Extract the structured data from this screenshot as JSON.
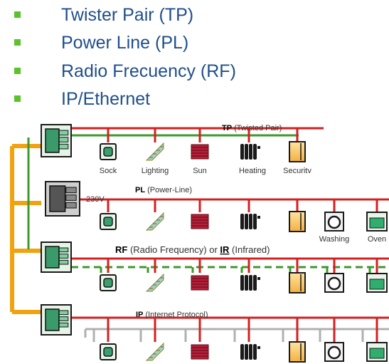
{
  "bullets": [
    {
      "label": "Twister Pair (TP)"
    },
    {
      "label": "Power Line (PL)"
    },
    {
      "label": "Radio Frecuency (RF)"
    },
    {
      "label": "IP/Ethernet"
    }
  ],
  "diagram": {
    "tp": {
      "abbr": "TP",
      "desc": " (Twisted Pair)"
    },
    "pl": {
      "abbr": "PL",
      "desc": " (Power-Line)",
      "voltage": "230V"
    },
    "rf": {
      "abbr1": "RF",
      "desc1": " (Radio Frequency) or ",
      "abbr2": "IR",
      "desc2": "  (Infrared)"
    },
    "ip": {
      "abbr": "IP",
      "desc": " (Internet Protocol)"
    },
    "device_labels": [
      "Sock",
      "Lighting",
      "Sun",
      "Heating",
      "Securitv"
    ],
    "appliance_labels": [
      "Washing",
      "Oven"
    ]
  },
  "colors": {
    "bullet_text": "#1f4e8c",
    "bullet_marker": "#5cc22c",
    "bus_red": "#d42020",
    "bus_green": "#3c9a2c",
    "bus_orange": "#f2a20f",
    "bus_gray": "#b0b0b0"
  }
}
